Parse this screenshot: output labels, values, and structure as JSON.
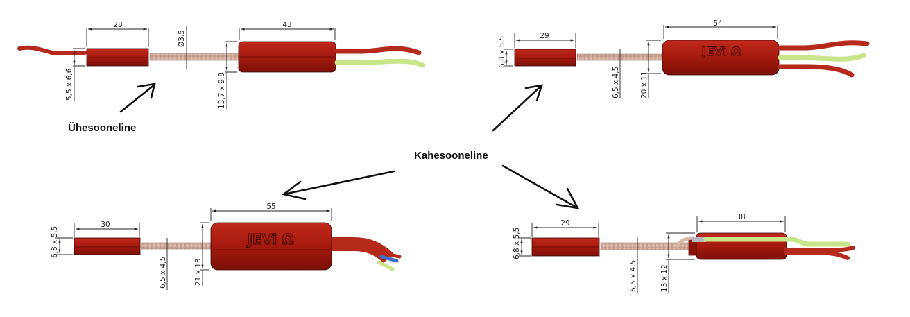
{
  "labels": {
    "single_core": "Ühesooneline",
    "dual_core": "Kahesooneline"
  },
  "brand_mark": "JEVi Ω",
  "colors": {
    "sleeve_red": "#a5190e",
    "sleeve_dark": "#7c1008",
    "braid": "#d9b7a6",
    "wire_green": "#c9e58a",
    "wire_blue": "#3c6fc8"
  },
  "sensors": [
    {
      "id": "top-left",
      "type": "single_core",
      "tip_length": "28",
      "tip_size": "5,5 x 6,6",
      "cable_diameter": "Ø3,5",
      "body_length": "43",
      "body_size": "13,7 x 9,8"
    },
    {
      "id": "top-right",
      "type": "dual_core",
      "tip_length": "29",
      "tip_size": "6,8 x 5,5",
      "cable_size": "6,5 x 4,5",
      "body_length": "54",
      "body_size": "20 x 11"
    },
    {
      "id": "bottom-left",
      "type": "dual_core",
      "tip_length": "30",
      "tip_size": "6,8 x 5,5",
      "cable_size": "6,5 x 4,5",
      "body_length": "55",
      "body_size": "21 x 13"
    },
    {
      "id": "bottom-right",
      "type": "dual_core",
      "tip_length": "29",
      "tip_size": "6,8 x 5,5",
      "cable_size": "6,5 x 4,5",
      "body_length": "38",
      "body_size": "13 x 12"
    }
  ]
}
